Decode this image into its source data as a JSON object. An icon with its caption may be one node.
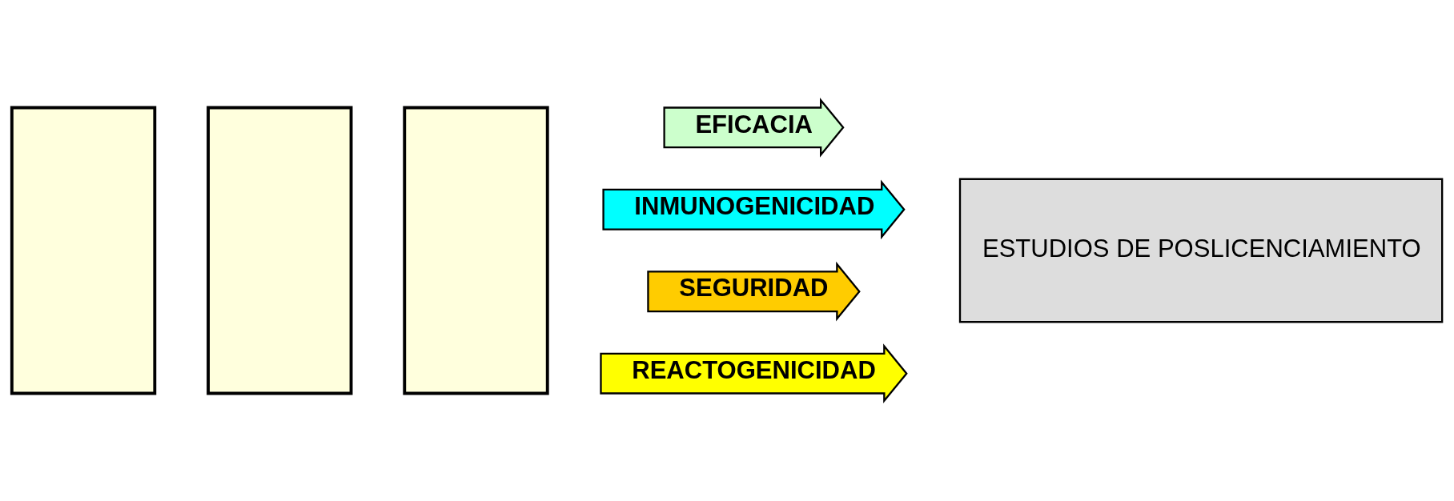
{
  "diagram": {
    "nodes": [
      {
        "text": [],
        "shape": "box"
      },
      {
        "text": [],
        "shape": "box"
      },
      {
        "text": [],
        "shape": "box"
      },
      {
        "text": [
          "EFICACIA"
        ]
      },
      {
        "text": [
          "INMUNOGENICIDAD"
        ]
      },
      {
        "text": [
          "SEGURIDAD"
        ]
      },
      {
        "text": [
          "REACTOGENICIDAD"
        ]
      },
      {
        "text": [
          "ESTUDIOS DE POSLICENCIAMIENTO"
        ]
      }
    ],
    "edges": []
  }
}
